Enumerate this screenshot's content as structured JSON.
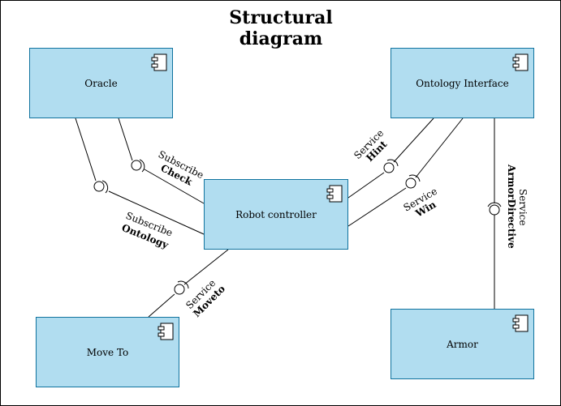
{
  "title": "Structural\ndiagram",
  "components": {
    "oracle": "Oracle",
    "ontology_interface": "Ontology Interface",
    "robot_controller": "Robot controller",
    "move_to": "Move To",
    "armor": "Armor"
  },
  "connections": {
    "check": {
      "type": "Subscribe",
      "name": "Check"
    },
    "ontology": {
      "type": "Subscribe",
      "name": "Ontology"
    },
    "hint": {
      "type": "Service",
      "name": "Hint"
    },
    "win": {
      "type": "Service",
      "name": "Win"
    },
    "moveto": {
      "type": "Service",
      "name": "Moveto"
    },
    "armor_directive": {
      "type": "Service",
      "name": "ArmorDirective"
    }
  },
  "icons": {
    "component": "uml-component-icon"
  },
  "colors": {
    "fill": "#b1ddf0",
    "stroke": "#10739e"
  }
}
